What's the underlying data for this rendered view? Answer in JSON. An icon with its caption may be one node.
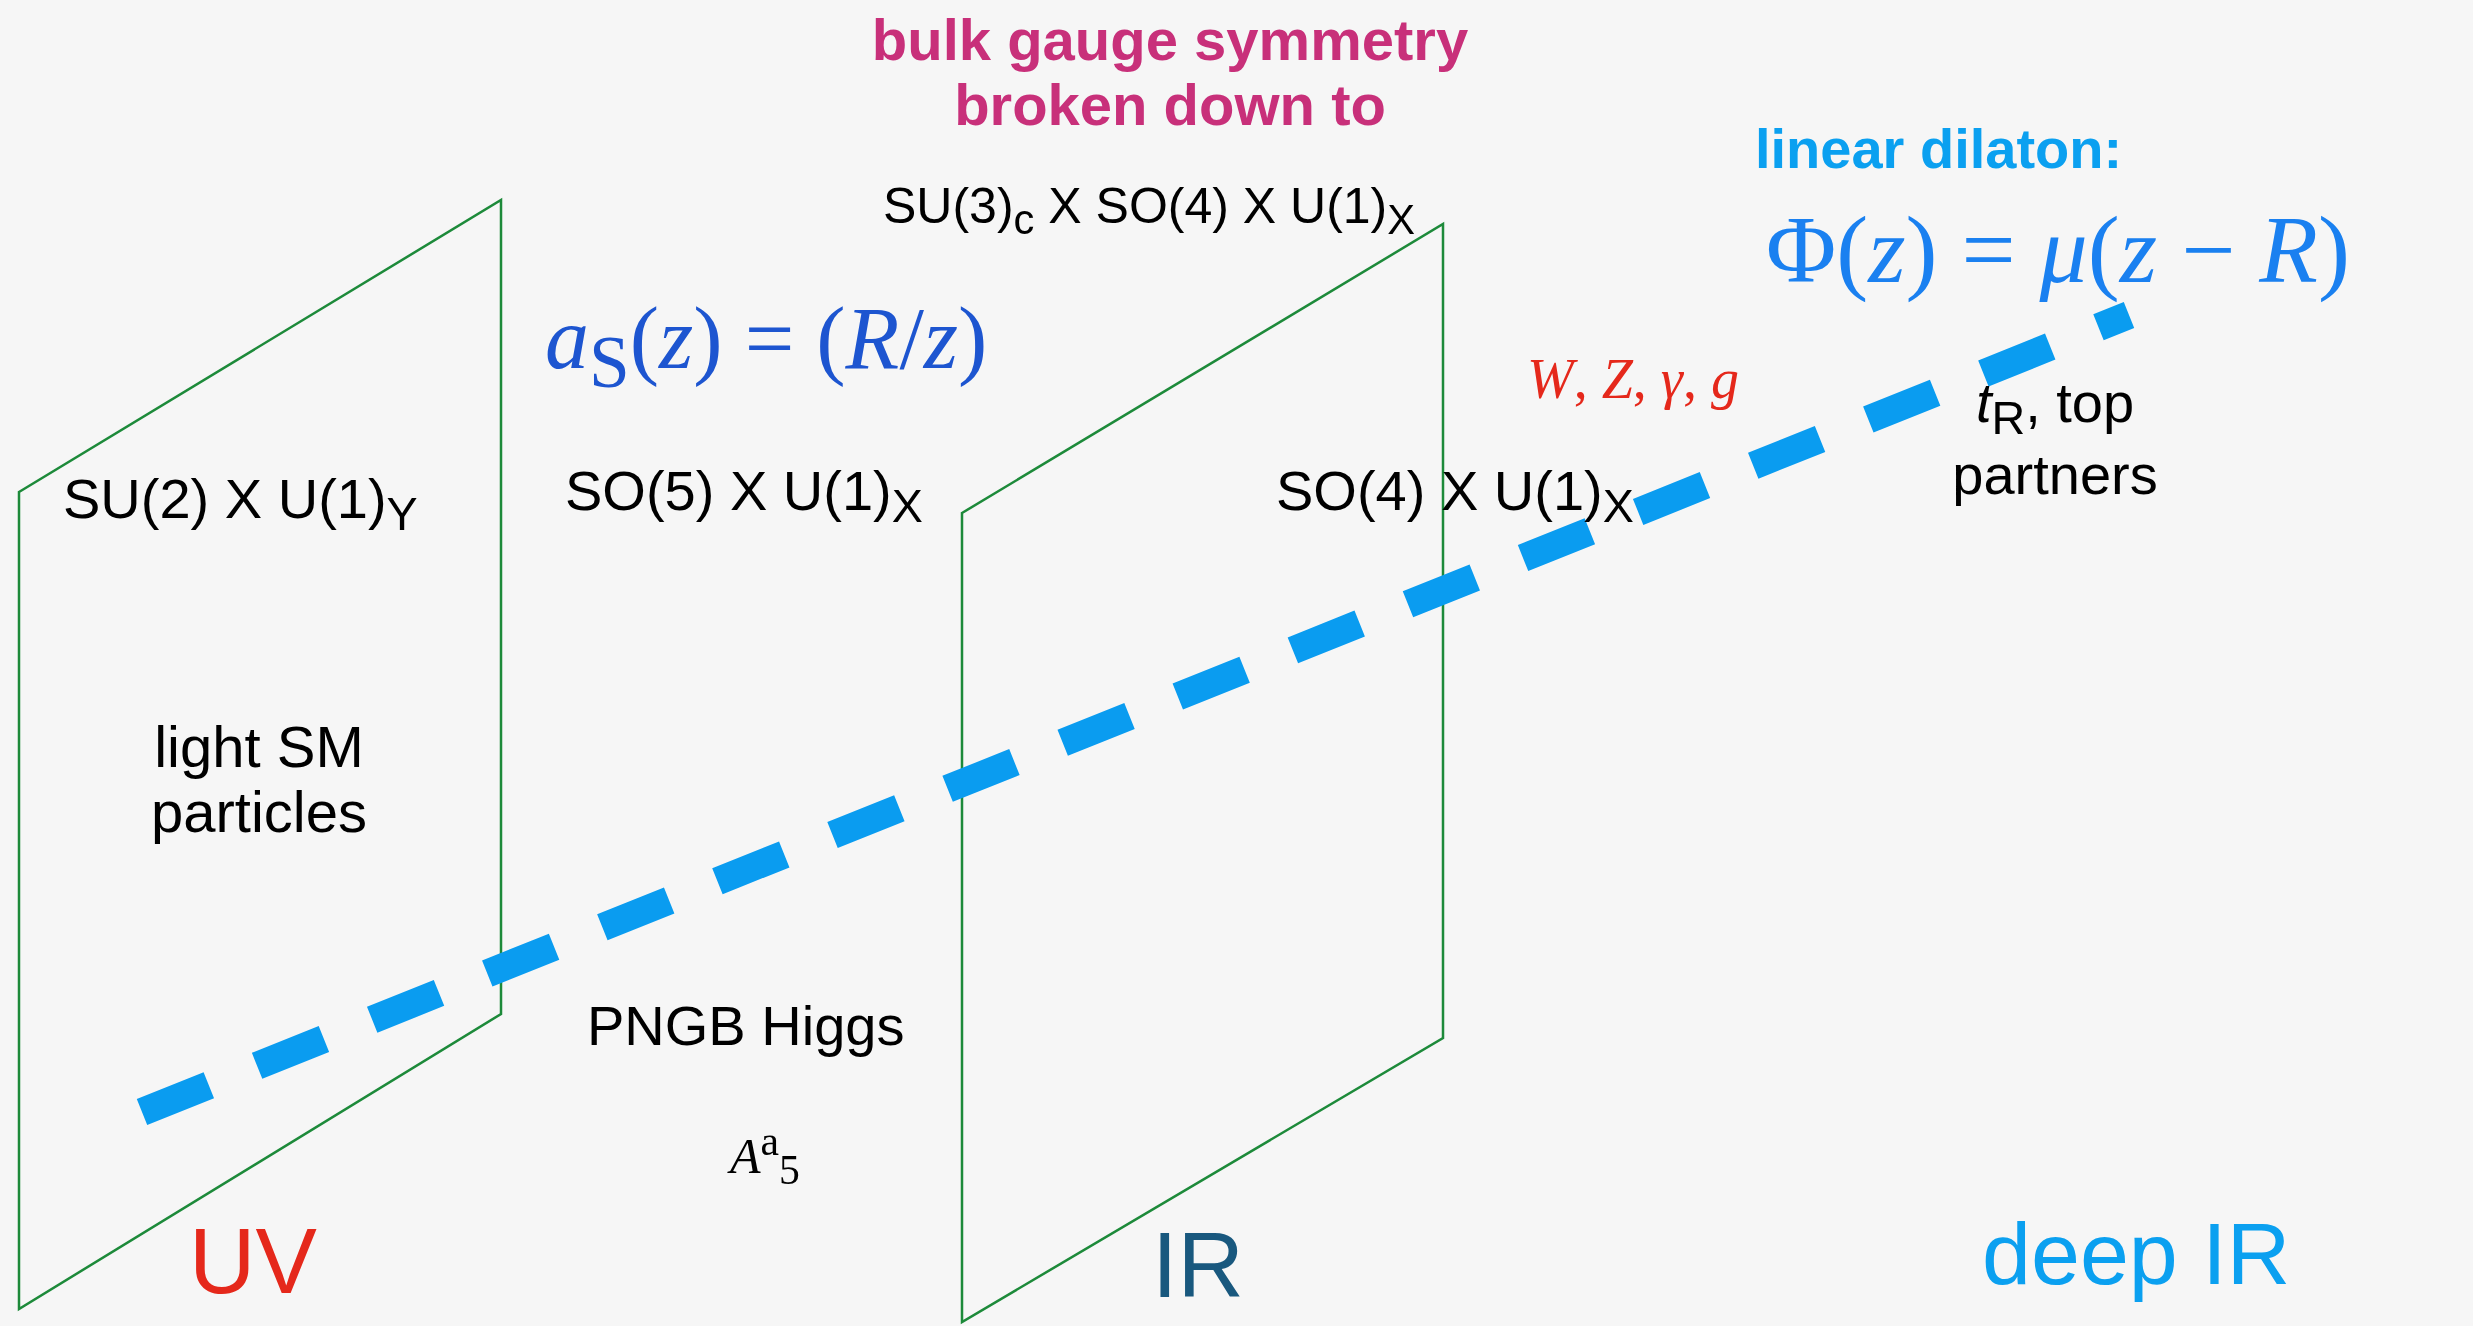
{
  "diagram": {
    "nodes": [
      {
        "text": [
          "SU(2) X U(1)$_{Y}$",
          "light SM particles",
          "UV"
        ]
      },
      {
        "text": [
          "IR"
        ]
      }
    ],
    "labels": [
      "bulk gauge symmetry broken down to",
      "SU(3)$_{c}$ X SO(4)  X U(1)$_{X}$",
      "linear dilaton:",
      "Φ(*z*) = *μ*(*z* − *R*)",
      "*a*$_{S}$(*z*) = (*R*/*z*)",
      "SO(5)  X U(1)$_{X}$",
      "*W*, *Z*, *γ*, *g*",
      "*t*$_{R}$, top partners",
      "SO(4) X U(1)$_{X}$",
      "PNGB Higgs",
      "*A*$^{a}$$_{5}$",
      "deep IR"
    ]
  }
}
